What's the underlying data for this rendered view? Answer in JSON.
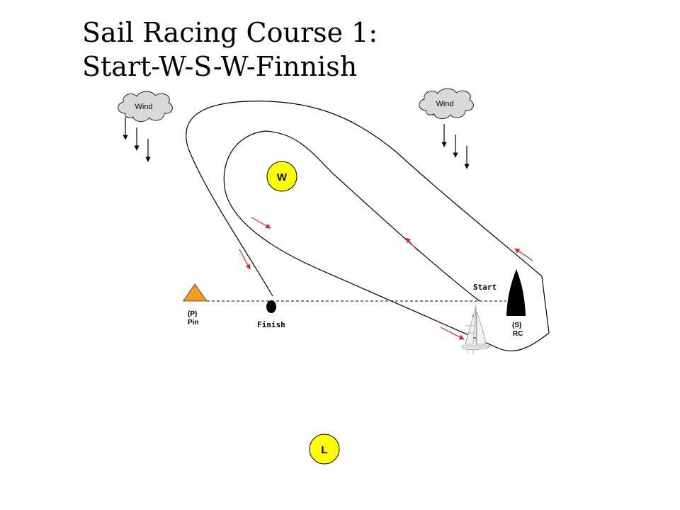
{
  "title": {
    "line1": "Sail Racing Course 1:",
    "line2": "Start-W-S-W-Finnish"
  },
  "clouds": {
    "left": "Wind",
    "right": "Wind"
  },
  "marks": {
    "windward": "W",
    "leeward": "L",
    "pin_line1": "(P)",
    "pin_line2": "Pin",
    "rc_line1": "(S)",
    "rc_line2": "RC",
    "start": "Start",
    "finish": "Finish"
  },
  "colors": {
    "mark_yellow": "#ffff00",
    "pin_orange": "#f39c1e",
    "arrow_red": "#e02020",
    "cloud_gray": "#d9d9d9"
  }
}
